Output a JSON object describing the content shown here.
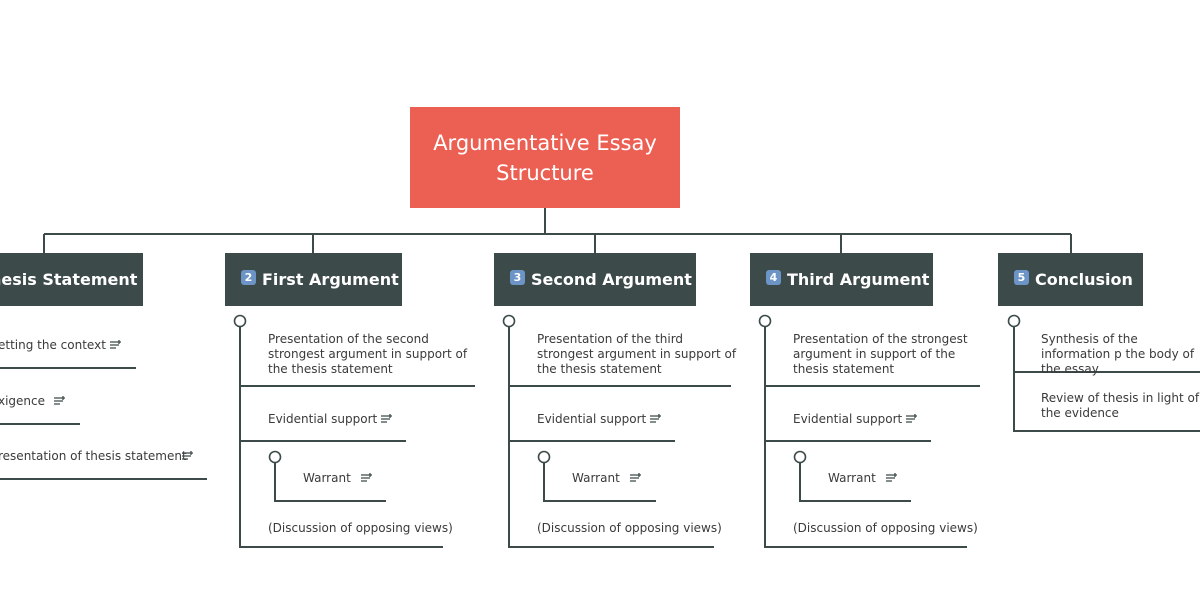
{
  "root": {
    "label": "Argumentative Essay Structure"
  },
  "branches": [
    {
      "badge": "",
      "label": "hesis Statement",
      "items": [
        "etting the context",
        "xigence",
        "resentation of thesis statement"
      ]
    },
    {
      "badge": "2",
      "label": "First Argument",
      "items": [
        "Presentation of the second strongest argument in support of the thesis statement",
        "Evidential support",
        "Warrant",
        "(Discussion of opposing views)"
      ]
    },
    {
      "badge": "3",
      "label": "Second Argument",
      "items": [
        "Presentation of the third strongest argument in support of the thesis statement",
        "Evidential support",
        "Warrant",
        "(Discussion of opposing views)"
      ]
    },
    {
      "badge": "4",
      "label": "Third Argument",
      "items": [
        "Presentation of the strongest argument in support of the thesis statement",
        "Evidential support",
        "Warrant",
        "(Discussion of opposing views)"
      ]
    },
    {
      "badge": "5",
      "label": "Conclusion",
      "items": [
        "Synthesis of the information p the body of the essay",
        "Review of thesis in light of the evidence"
      ]
    }
  ],
  "icons": {
    "note": "notes-icon",
    "collapse": "collapse-toggle-icon"
  },
  "colors": {
    "root": "#ec5f53",
    "branch": "#3c4a49",
    "badge": "#6d94c6",
    "line": "#3c4a49"
  }
}
